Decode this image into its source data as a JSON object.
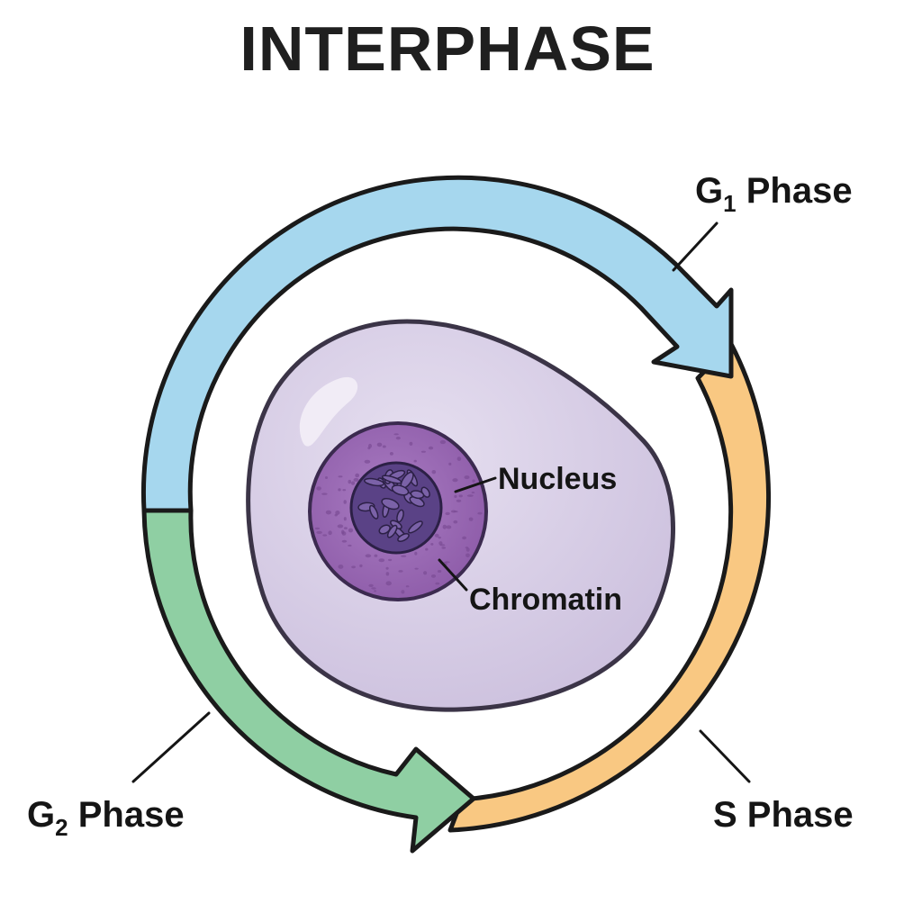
{
  "title": "INTERPHASE",
  "phases": {
    "g1": {
      "prefix": "G",
      "subscript": "1",
      "suffix": " Phase",
      "color": "#a6d7ee"
    },
    "s": {
      "label": "S Phase",
      "color": "#f9c882"
    },
    "g2": {
      "prefix": "G",
      "subscript": "2",
      "suffix": " Phase",
      "color": "#8fcfa3"
    }
  },
  "cell": {
    "cytoplasm_color": "#dcd3e8",
    "nucleus_color": "#9b6bb5",
    "chromatin_color": "#4f3a78",
    "labels": {
      "nucleus": "Nucleus",
      "chromatin": "Chromatin"
    }
  },
  "outline_color": "#1a1a1a"
}
